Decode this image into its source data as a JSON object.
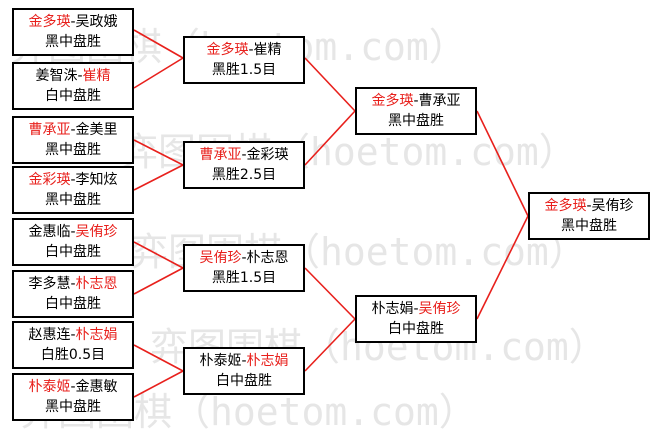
{
  "colors": {
    "winner": "#e8201c",
    "text": "#000000",
    "link": "#e8201c",
    "border": "#000000",
    "watermark": "#e6e6e6"
  },
  "watermark": {
    "text": "弈图围棋（hoetom.com）"
  },
  "round1": [
    {
      "name_a": "金多瑛",
      "dash": "-",
      "name_b": "吴政娥",
      "winner": "a",
      "result": "黑中盘胜"
    },
    {
      "name_a": "姜智洙",
      "dash": "-",
      "name_b": "崔精",
      "winner": "b",
      "result": "白中盘胜"
    },
    {
      "name_a": "曹承亚",
      "dash": "-",
      "name_b": "金美里",
      "winner": "a",
      "result": "黑中盘胜"
    },
    {
      "name_a": "金彩瑛",
      "dash": "-",
      "name_b": "李知炫",
      "winner": "a",
      "result": "黑中盘胜"
    },
    {
      "name_a": "金惠临",
      "dash": "-",
      "name_b": "吴侑珍",
      "winner": "b",
      "result": "白中盘胜"
    },
    {
      "name_a": "李多慧",
      "dash": "-",
      "name_b": "朴志恩",
      "winner": "b",
      "result": "白中盘胜"
    },
    {
      "name_a": "赵惠连",
      "dash": "-",
      "name_b": "朴志娟",
      "winner": "b",
      "result": "白胜0.5目"
    },
    {
      "name_a": "朴泰姬",
      "dash": "-",
      "name_b": "金惠敏",
      "winner": "a",
      "result": "黑中盘胜"
    }
  ],
  "round2": [
    {
      "name_a": "金多瑛",
      "dash": "-",
      "name_b": "崔精",
      "winner": "a",
      "result": "黑胜1.5目"
    },
    {
      "name_a": "曹承亚",
      "dash": "-",
      "name_b": "金彩瑛",
      "winner": "a",
      "result": "黑胜2.5目"
    },
    {
      "name_a": "吴侑珍",
      "dash": "-",
      "name_b": "朴志恩",
      "winner": "a",
      "result": "黑胜1.5目"
    },
    {
      "name_a": "朴泰姬",
      "dash": "-",
      "name_b": "朴志娟",
      "winner": "b",
      "result": "白中盘胜"
    }
  ],
  "round3": [
    {
      "name_a": "金多瑛",
      "dash": "-",
      "name_b": "曹承亚",
      "winner": "a",
      "result": "黑中盘胜"
    },
    {
      "name_a": "朴志娟",
      "dash": "-",
      "name_b": "吴侑珍",
      "winner": "b",
      "result": "白中盘胜"
    }
  ],
  "final": [
    {
      "name_a": "金多瑛",
      "dash": "-",
      "name_b": "吴侑珍",
      "winner": "a",
      "result": "黑中盘胜"
    }
  ]
}
